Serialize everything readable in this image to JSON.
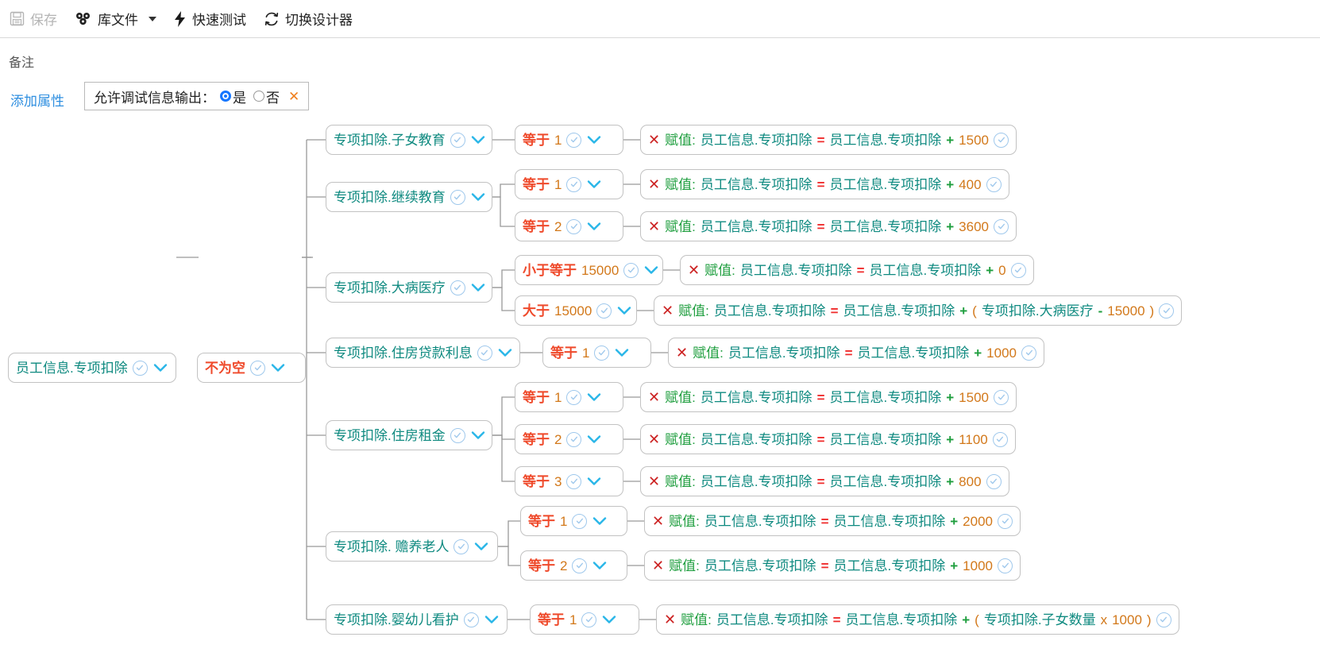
{
  "toolbar": {
    "items": [
      {
        "label": "保存",
        "icon": "save-icon",
        "disabled": true
      },
      {
        "label": "库文件",
        "icon": "library-icon",
        "caret": true
      },
      {
        "label": "快速测试",
        "icon": "lightning-icon"
      },
      {
        "label": "切换设计器",
        "icon": "refresh-icon"
      }
    ]
  },
  "property_panel": {
    "remark_label": "备注",
    "add_property_label": "添加属性",
    "property": {
      "label": "允许调试信息输出：",
      "options": [
        {
          "label": "是",
          "checked": true
        },
        {
          "label": "否",
          "checked": false
        }
      ],
      "close_icon": "✕"
    }
  },
  "tree": {
    "root": {
      "text": "员工信息.专项扣除"
    },
    "condition": {
      "text": "不为空"
    },
    "branches": [
      {
        "field": "专项扣除.子女教育",
        "rules": [
          {
            "op": "等于",
            "value": "1",
            "action": {
              "assign": "赋值:",
              "target": "员工信息.专项扣除",
              "eq": "=",
              "operand": "员工信息.专项扣除",
              "plus": "+",
              "amount": "1500"
            }
          }
        ]
      },
      {
        "field": "专项扣除.继续教育",
        "rules": [
          {
            "op": "等于",
            "value": "1",
            "action": {
              "assign": "赋值:",
              "target": "员工信息.专项扣除",
              "eq": "=",
              "operand": "员工信息.专项扣除",
              "plus": "+",
              "amount": "400"
            }
          },
          {
            "op": "等于",
            "value": "2",
            "action": {
              "assign": "赋值:",
              "target": "员工信息.专项扣除",
              "eq": "=",
              "operand": "员工信息.专项扣除",
              "plus": "+",
              "amount": "3600"
            }
          }
        ]
      },
      {
        "field": "专项扣除.大病医疗",
        "rules": [
          {
            "op": "小于等于",
            "value": "15000",
            "action": {
              "assign": "赋值:",
              "target": "员工信息.专项扣除",
              "eq": "=",
              "operand": "员工信息.专项扣除",
              "plus": "+",
              "amount": "0"
            }
          },
          {
            "op": "大于",
            "value": "15000",
            "action": {
              "assign": "赋值:",
              "target": "员工信息.专项扣除",
              "eq": "=",
              "operand": "员工信息.专项扣除",
              "plus": "+",
              "paren_open": "(",
              "expr_field": "专项扣除.大病医疗",
              "expr_op": "-",
              "expr_value": "15000",
              "paren_close": ")"
            }
          }
        ]
      },
      {
        "field": "专项扣除.住房贷款利息",
        "rules": [
          {
            "op": "等于",
            "value": "1",
            "action": {
              "assign": "赋值:",
              "target": "员工信息.专项扣除",
              "eq": "=",
              "operand": "员工信息.专项扣除",
              "plus": "+",
              "amount": "1000"
            }
          }
        ]
      },
      {
        "field": "专项扣除.住房租金",
        "rules": [
          {
            "op": "等于",
            "value": "1",
            "action": {
              "assign": "赋值:",
              "target": "员工信息.专项扣除",
              "eq": "=",
              "operand": "员工信息.专项扣除",
              "plus": "+",
              "amount": "1500"
            }
          },
          {
            "op": "等于",
            "value": "2",
            "action": {
              "assign": "赋值:",
              "target": "员工信息.专项扣除",
              "eq": "=",
              "operand": "员工信息.专项扣除",
              "plus": "+",
              "amount": "1100"
            }
          },
          {
            "op": "等于",
            "value": "3",
            "action": {
              "assign": "赋值:",
              "target": "员工信息.专项扣除",
              "eq": "=",
              "operand": "员工信息.专项扣除",
              "plus": "+",
              "amount": "800"
            }
          }
        ]
      },
      {
        "field": "专项扣除. 赡养老人",
        "rules": [
          {
            "op": "等于",
            "value": "1",
            "action": {
              "assign": "赋值:",
              "target": "员工信息.专项扣除",
              "eq": "=",
              "operand": "员工信息.专项扣除",
              "plus": "+",
              "amount": "2000"
            }
          },
          {
            "op": "等于",
            "value": "2",
            "action": {
              "assign": "赋值:",
              "target": "员工信息.专项扣除",
              "eq": "=",
              "operand": "员工信息.专项扣除",
              "plus": "+",
              "amount": "1000"
            }
          }
        ]
      },
      {
        "field": "专项扣除.婴幼儿看护",
        "rules": [
          {
            "op": "等于",
            "value": "1",
            "action": {
              "assign": "赋值:",
              "target": "员工信息.专项扣除",
              "eq": "=",
              "operand": "员工信息.专项扣除",
              "plus": "+",
              "paren_open": "(",
              "expr_field": "专项扣除.子女数量",
              "expr_op": "x",
              "expr_value": "1000",
              "paren_close": ")"
            }
          }
        ]
      }
    ]
  },
  "colors": {
    "field": "#0f8a80",
    "operator": "#ef4a2b",
    "number": "#d2781a",
    "assign": "#1e9e3e",
    "delete": "#cc2222",
    "link": "#2f8fe0",
    "accent_close": "#f08020"
  }
}
